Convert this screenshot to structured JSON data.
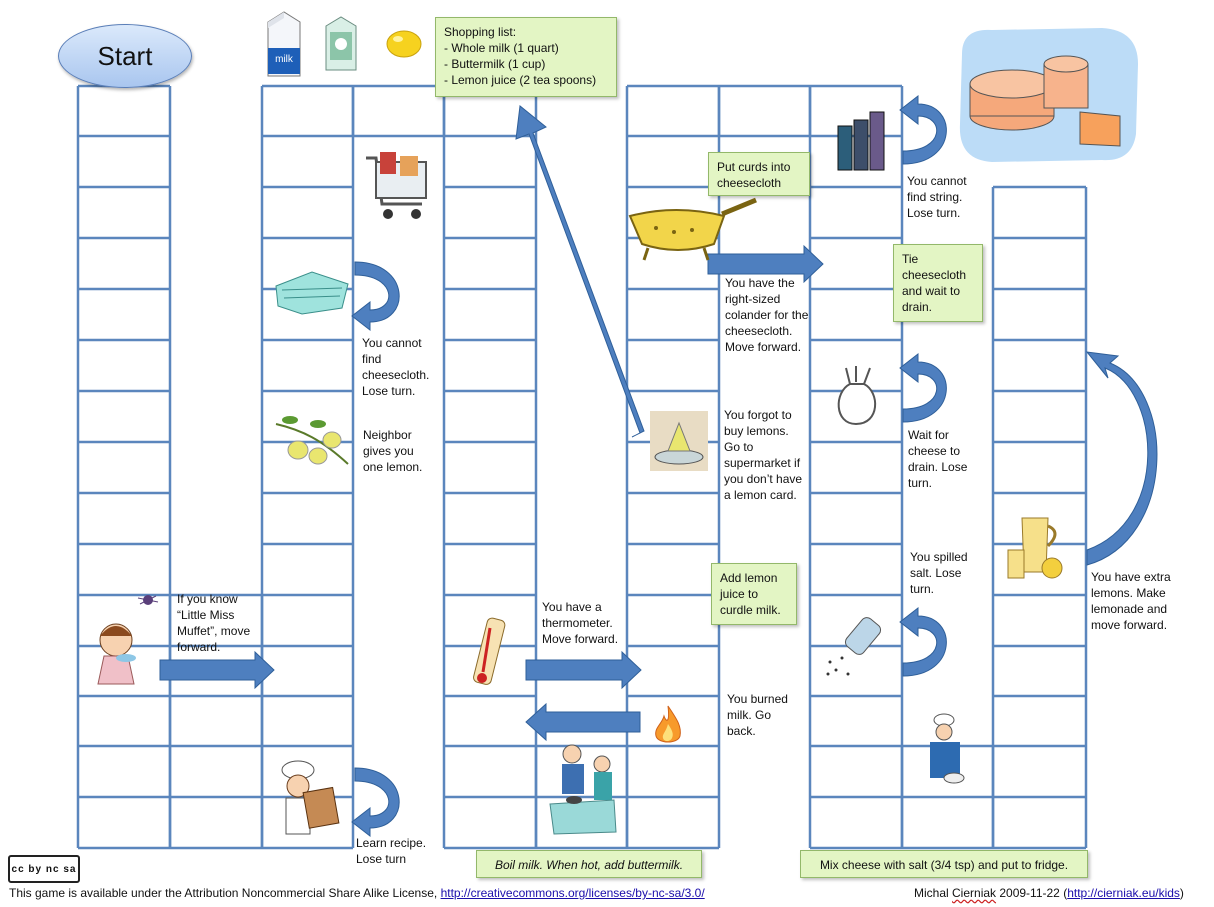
{
  "start_label": "Start",
  "shopping_list": {
    "title": "Shopping list:",
    "items": [
      "- Whole milk (1 quart)",
      "- Buttermilk (1 cup)",
      "- Lemon juice (2 tea spoons)"
    ]
  },
  "callouts": {
    "put_curds": "Put curds into cheesecloth",
    "tie_cheesecloth": "Tie cheesecloth and wait to drain.",
    "add_lemon": "Add lemon juice to curdle milk.",
    "boil_milk": "Boil milk. When hot, add buttermilk.",
    "mix_cheese": "Mix cheese with salt (3/4 tsp) and put to fridge."
  },
  "notes": {
    "little_miss_muffet": "If you know “Little Miss Muffet”, move forward.",
    "no_cheesecloth": "You cannot find cheesecloth. Lose turn.",
    "neighbor_lemon": "Neighbor gives you one lemon.",
    "learn_recipe": "Learn recipe. Lose turn",
    "thermometer": "You have a thermometer. Move forward.",
    "colander": "You have the right-sized colander for the cheesecloth. Move forward.",
    "forgot_lemons": "You forgot to buy lemons. Go to supermarket if you don’t have a lemon card.",
    "burned_milk": "You burned milk. Go back.",
    "no_string": "You cannot find string. Lose turn.",
    "wait_drain": "Wait for cheese to drain. Lose turn.",
    "spilled_salt": "You spilled salt. Lose turn.",
    "extra_lemons": "You have extra lemons. Make lemonade and move forward."
  },
  "footer": {
    "license_text": "This game is available under the Attribution Noncommercial Share Alike License, ",
    "license_url": "http://creativecommons.org/licenses/by-nc-sa/3.0/",
    "author_prefix": "Michal ",
    "author_name": "Cierniak",
    "author_date": " 2009-11-22 (",
    "author_url": "http://cierniak.eu/kids",
    "author_suffix": ")",
    "cc_badge": "cc by nc sa"
  },
  "icons": {
    "milk_carton_label": "milk"
  },
  "colors": {
    "grid_line": "#5b86bd",
    "arrow_fill": "#4e7fbf",
    "arrow_stroke": "#2f5f99",
    "callout_bg": "#e3f5c4",
    "callout_border": "#93b86a"
  }
}
